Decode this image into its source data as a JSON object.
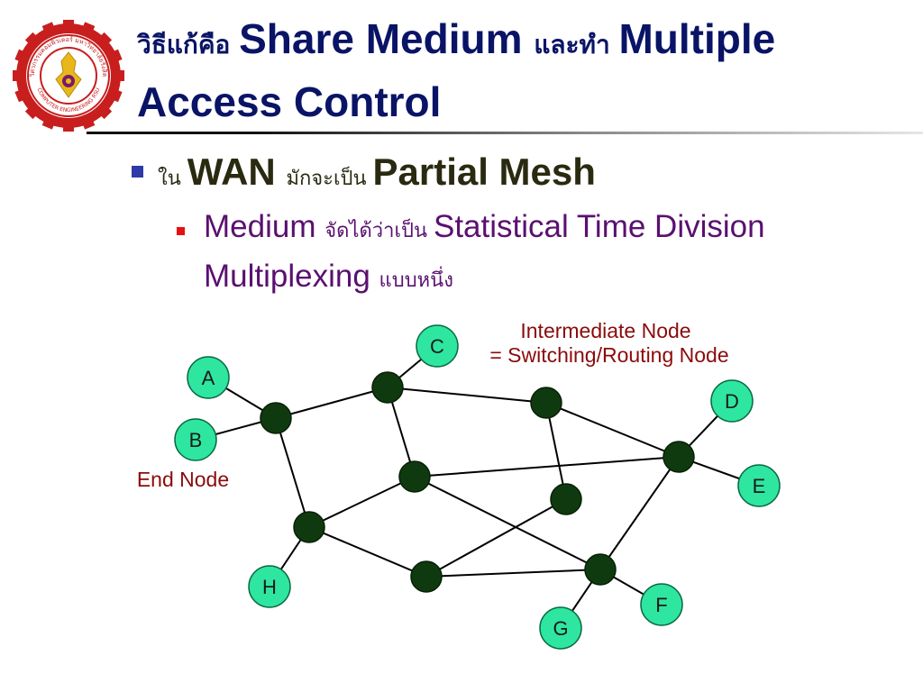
{
  "slide": {
    "title_parts": [
      {
        "text": "วิธีแก้คือ ",
        "lang": "th"
      },
      {
        "text": "Share Medium ",
        "lang": "en"
      },
      {
        "text": "และทำ ",
        "lang": "th"
      },
      {
        "text": "Multiple",
        "lang": "en"
      },
      {
        "text": "Access Control",
        "lang": "en",
        "newline": true
      }
    ],
    "bullet_1": {
      "parts": [
        {
          "text": "ใน ",
          "lang": "th"
        },
        {
          "text": "WAN ",
          "lang": "en"
        },
        {
          "text": "มักจะเป็น ",
          "lang": "th"
        },
        {
          "text": "Partial Mesh",
          "lang": "en"
        }
      ]
    },
    "bullet_2": {
      "parts": [
        {
          "text": "Medium ",
          "lang": "en"
        },
        {
          "text": "จัดได้ว่าเป็น ",
          "lang": "th"
        },
        {
          "text": "Statistical Time Division Multiplexing ",
          "lang": "en"
        },
        {
          "text": "แบบหนึ่ง",
          "lang": "th"
        }
      ]
    }
  },
  "logo": {
    "outer_text": "วิศวกรรมคอมพิวเตอร์ มหาวิทยาลัยรังสิต",
    "inner_text": "COMPUTER ENGINEERING RSU",
    "colors": {
      "ring": "#c81e1e",
      "gear": "#c81e1e",
      "emblem": "#e8b81a",
      "center": "#7a1a6a"
    }
  },
  "diagram": {
    "annotations": {
      "intermediate_line1": "Intermediate Node",
      "intermediate_line2": "= Switching/Routing Node",
      "end_node": "End Node"
    },
    "colors": {
      "end_node_fill": "#2ee6a0",
      "switch_fill": "#0f3a0f",
      "link": "#000000",
      "annotation": "#8b0b0b"
    },
    "end_nodes": [
      {
        "id": "A",
        "label": "A"
      },
      {
        "id": "B",
        "label": "B"
      },
      {
        "id": "C",
        "label": "C"
      },
      {
        "id": "D",
        "label": "D"
      },
      {
        "id": "E",
        "label": "E"
      },
      {
        "id": "F",
        "label": "F"
      },
      {
        "id": "G",
        "label": "G"
      },
      {
        "id": "H",
        "label": "H"
      }
    ],
    "switch_nodes": [
      "s1",
      "s2",
      "s3",
      "s4",
      "s5",
      "s6",
      "s7",
      "s8",
      "s9"
    ],
    "links": [
      [
        "A",
        "s1"
      ],
      [
        "B",
        "s1"
      ],
      [
        "C",
        "s2"
      ],
      [
        "D",
        "s4"
      ],
      [
        "E",
        "s4"
      ],
      [
        "F",
        "s9"
      ],
      [
        "G",
        "s9"
      ],
      [
        "H",
        "s7"
      ],
      [
        "s1",
        "s2"
      ],
      [
        "s1",
        "s7"
      ],
      [
        "s2",
        "s3"
      ],
      [
        "s2",
        "s5"
      ],
      [
        "s3",
        "s4"
      ],
      [
        "s3",
        "s6"
      ],
      [
        "s5",
        "s4"
      ],
      [
        "s5",
        "s7"
      ],
      [
        "s5",
        "s9"
      ],
      [
        "s7",
        "s8"
      ],
      [
        "s8",
        "s6"
      ],
      [
        "s8",
        "s9"
      ],
      [
        "s4",
        "s9"
      ]
    ]
  }
}
